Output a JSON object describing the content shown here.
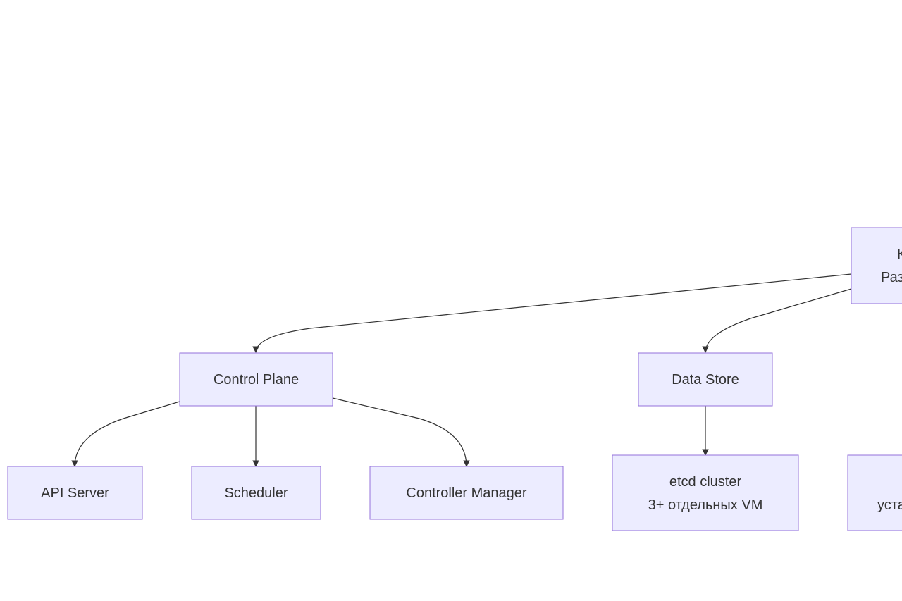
{
  "colors": {
    "node_fill": "#ECECFF",
    "node_stroke": "#9370DB",
    "text": "#333333",
    "edge": "#333333"
  },
  "nodes": {
    "root": {
      "lines": [
        "К",
        "Раз"
      ]
    },
    "control_plane": {
      "lines": [
        "Control Plane"
      ]
    },
    "data_store": {
      "lines": [
        "Data Store"
      ]
    },
    "api_server": {
      "lines": [
        "API Server"
      ]
    },
    "scheduler": {
      "lines": [
        "Scheduler"
      ]
    },
    "controller_manager": {
      "lines": [
        "Controller Manager"
      ]
    },
    "etcd": {
      "lines": [
        "etcd cluster",
        "3+ отдельных VM"
      ]
    },
    "partial_right": {
      "lines": [
        "уста"
      ]
    }
  },
  "edges": [
    {
      "from": "root",
      "to": "control_plane"
    },
    {
      "from": "root",
      "to": "data_store"
    },
    {
      "from": "control_plane",
      "to": "api_server"
    },
    {
      "from": "control_plane",
      "to": "scheduler"
    },
    {
      "from": "control_plane",
      "to": "controller_manager"
    },
    {
      "from": "data_store",
      "to": "etcd"
    }
  ]
}
